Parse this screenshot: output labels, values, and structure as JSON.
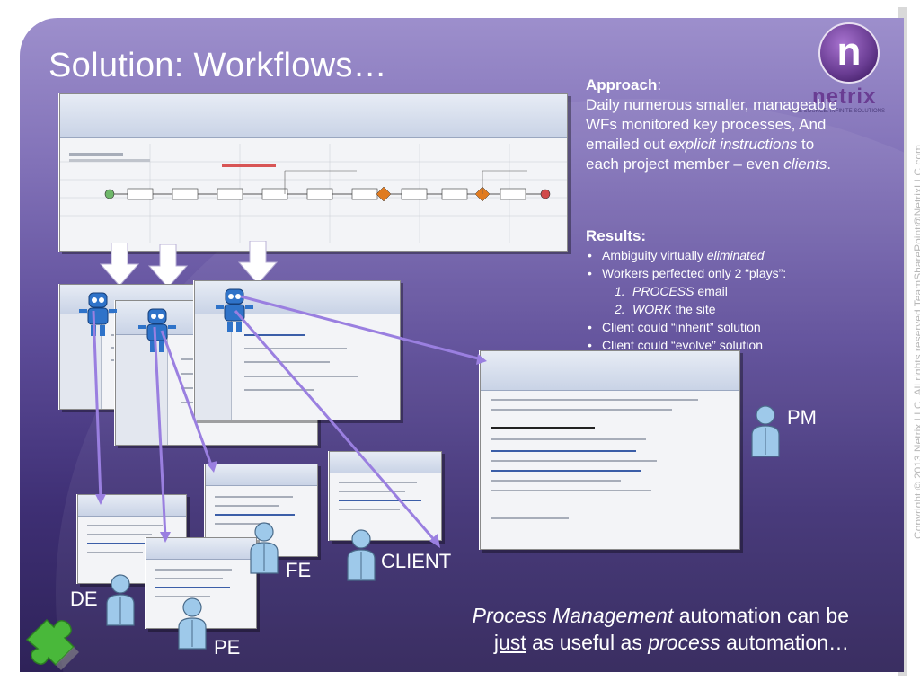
{
  "title": "Solution: Workflows…",
  "logo": {
    "letter": "n",
    "word": "netrix",
    "tagline": "ONE SOURCE. INFINITE SOLUTIONS"
  },
  "side_text": "Copyright © 2013 Netrix LLC, All rights reserved     TeamSharePoint@NetrixLLC.com",
  "approach": {
    "heading": "Approach",
    "p1": "Daily numerous smaller, manageable WFs monitored key processes, And emailed out ",
    "em1": "explicit instructions",
    "p2": " to each project member – even ",
    "em2": "clients",
    "p3": "."
  },
  "results": {
    "heading": "Results",
    "b1_pre": "Ambiguity virtually ",
    "b1_em": "eliminated",
    "b2": "Workers perfected only  2 “plays”:",
    "n1_num": "1.",
    "n1_em": "PROCESS",
    "n1_rest": " email",
    "n2_num": "2.",
    "n2_em": "WORK",
    "n2_rest": " the site",
    "b3": "Client could “inherit” solution",
    "b4": "Client could “evolve” solution"
  },
  "tagline": {
    "l1_em": "Process Management",
    "l1_rest": " automation can be",
    "l2_u": "just",
    "l2_mid": " as useful as ",
    "l2_em": "process",
    "l2_rest": " automation…"
  },
  "labels": {
    "pm": "PM",
    "client": "CLIENT",
    "fe": "FE",
    "de": "DE",
    "pe": "PE"
  },
  "colors": {
    "accent": "#6a3d93",
    "connector": "#9a7fe0",
    "person": "#9ec9ea"
  }
}
